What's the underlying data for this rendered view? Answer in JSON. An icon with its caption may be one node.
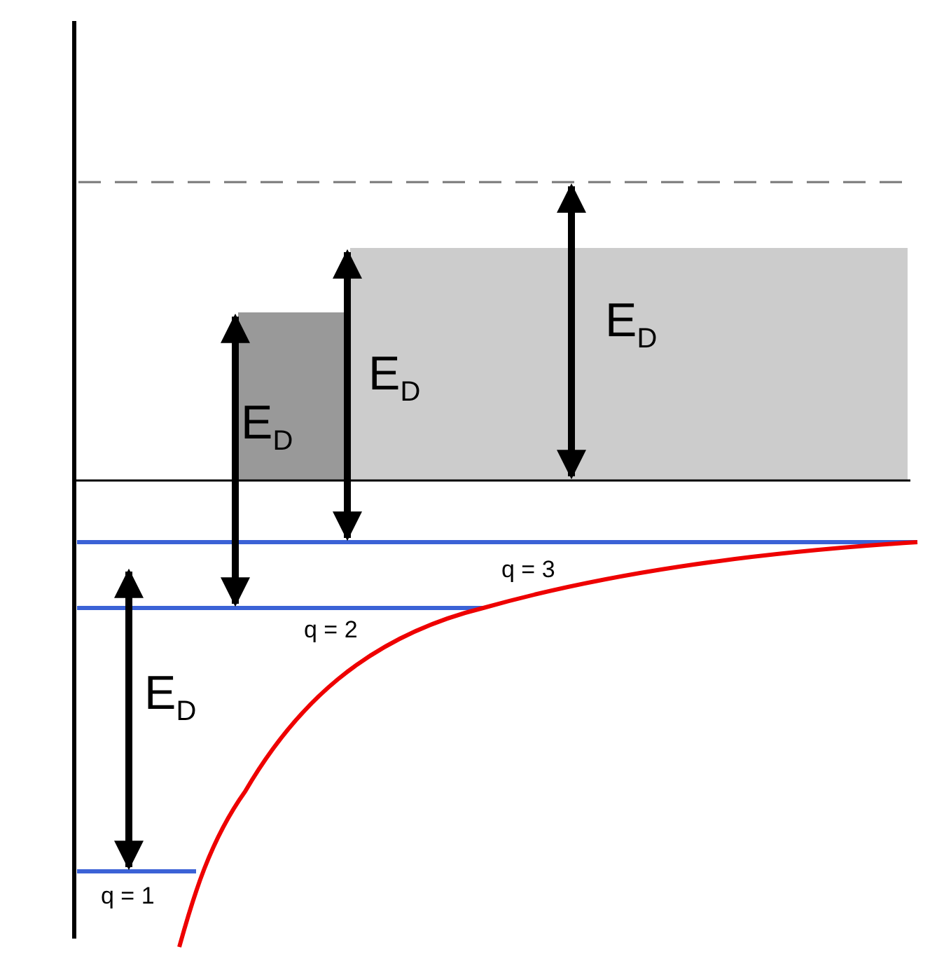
{
  "diagram": {
    "labels": [
      "E$_{D}$",
      "E$_{D}$",
      "E$_{D}$",
      "q = 3",
      "q = 2",
      "E$_{D}$",
      "q = 1"
    ]
  }
}
